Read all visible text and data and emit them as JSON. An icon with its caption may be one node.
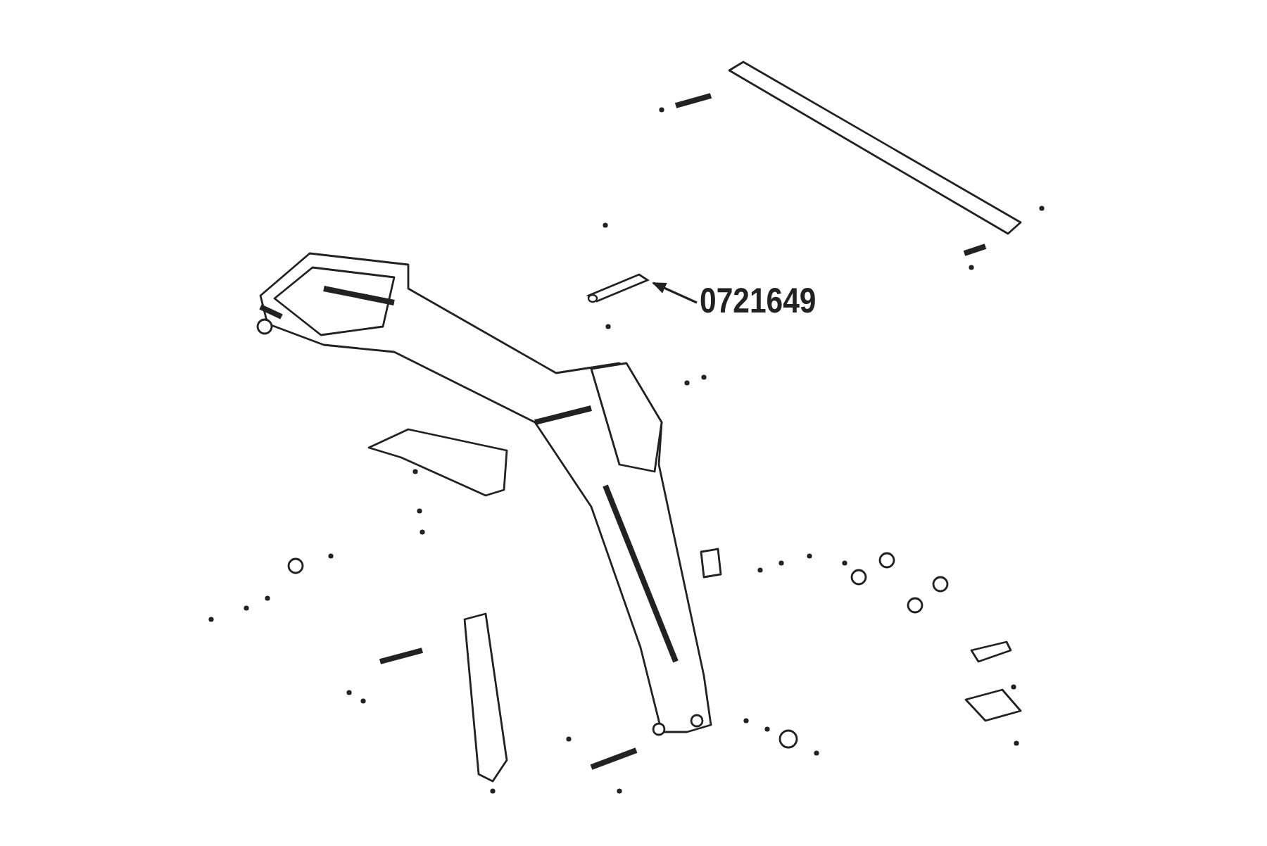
{
  "diagram": {
    "nodes": [
      {
        "text": [
          "0721649"
        ]
      },
      {
        "text": [],
        "shape": "picture"
      }
    ],
    "edges": [
      {
        "from": 0,
        "to": 1,
        "arrow": "to"
      }
    ]
  }
}
